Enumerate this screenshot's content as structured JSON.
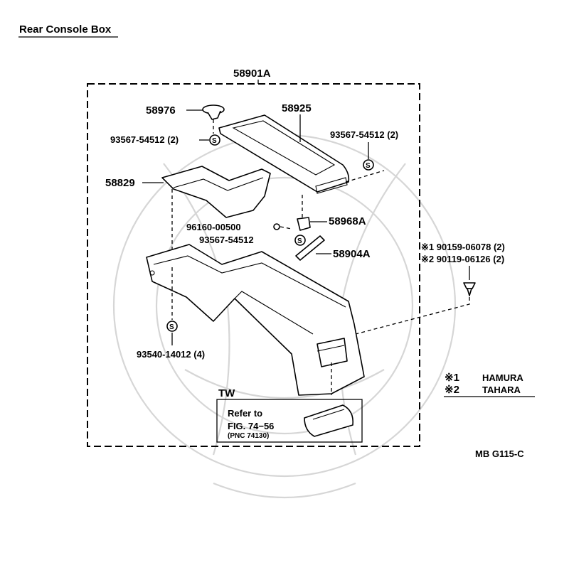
{
  "title": "Rear Console Box",
  "diagram_code": "MB G115-C",
  "parts": {
    "assembly": "58901A",
    "lid": "58925",
    "hinge_clip": "58976",
    "tray": "58829",
    "screw_left_lid": "93567-54512 (2)",
    "screw_right_lid": "93567-54512 (2)",
    "bushing": "96160-00500",
    "lock_plate": "58968A",
    "screw_mid": "93567-54512",
    "hinge_pin": "58904A",
    "screw_bottom": "93540-14012 (4)",
    "clip_1": "※1 90159-06078 (2)",
    "clip_2": "※2 90119-06126 (2)"
  },
  "screw_symbol": "S",
  "legend": [
    {
      "mark": "※1",
      "name": "HAMURA"
    },
    {
      "mark": "※2",
      "name": "TAHARA"
    }
  ],
  "tw_box": {
    "label": "TW",
    "refer": "Refer to",
    "fig": "FIG. 74−56",
    "pnc": "(PNC 74130)"
  }
}
